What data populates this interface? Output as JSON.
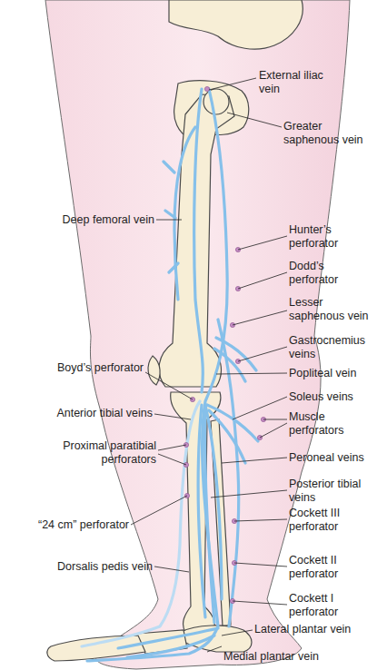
{
  "diagram": {
    "labels": [
      "External iliac vein",
      "Greater saphenous vein",
      "Deep femoral vein",
      "Hunter’s perforator",
      "Dodd’s perforator",
      "Lesser saphenous vein",
      "Gastrocnemius veins",
      "Boyd’s perforator",
      "Popliteal vein",
      "Soleus veins",
      "Anterior tibial veins",
      "Muscle perforators",
      "Proximal paratibial perforators",
      "Peroneal veins",
      "Posterior tibial veins",
      "“24 cm” perforator",
      "Cockett III perforator",
      "Dorsalis pedis vein",
      "Cockett II perforator",
      "Cockett I perforator",
      "Lateral plantar vein",
      "Medial plantar vein"
    ]
  }
}
